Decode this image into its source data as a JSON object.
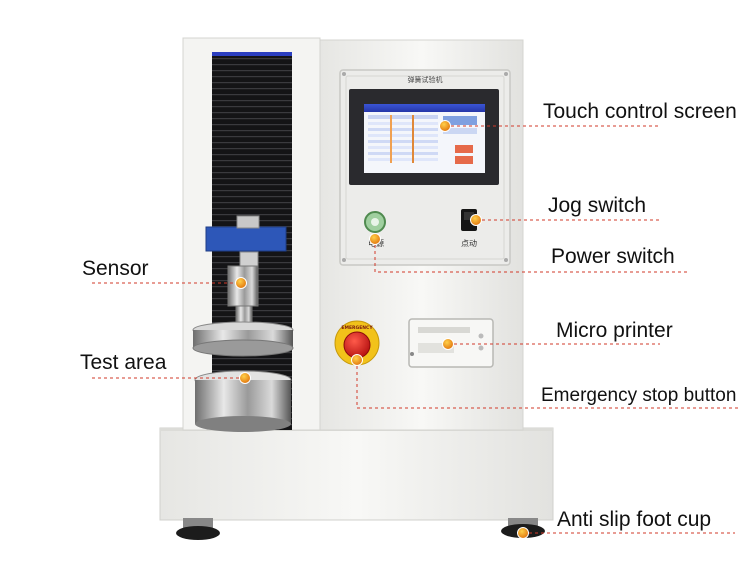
{
  "panel_title": "弹簧试验机",
  "panel_labels": {
    "power": "电源",
    "jog": "点动"
  },
  "emergency_ring_text": "EMERGENCY",
  "callouts": {
    "touch_screen": "Touch control screen",
    "jog_switch": "Jog switch",
    "power_switch": "Power switch",
    "sensor": "Sensor",
    "micro_printer": "Micro printer",
    "test_area": "Test area",
    "emergency_stop": "Emergency stop button",
    "foot_cup": "Anti slip foot cup"
  },
  "colors": {
    "machine_body": "#f3f3f1",
    "column_black": "#1c1c1e",
    "clamp_blue": "#2d57b8",
    "screen_blue": "#2f49c9",
    "emergency_red": "#d91c1c",
    "emergency_yellow": "#f2c21a",
    "callout_orange": "#f08a12",
    "callout_line": "#d23a2a"
  }
}
